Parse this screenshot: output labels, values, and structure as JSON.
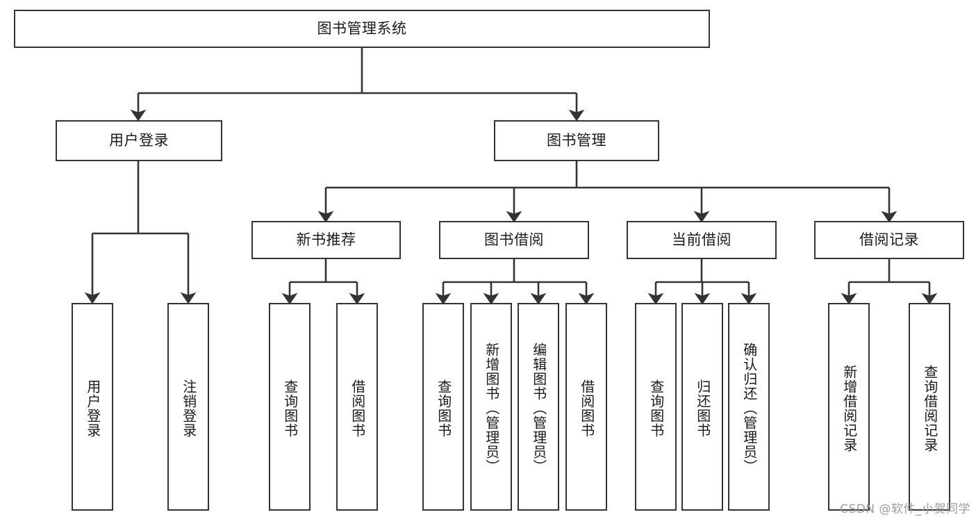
{
  "diagram": {
    "title": "图书管理系统",
    "type": "tree-hierarchy",
    "watermark": "CSDN @软件_小贺同学",
    "colors": {
      "box_border": "#333333",
      "box_fill": "#ffffff",
      "connector": "#333333",
      "text": "#1a1a1a",
      "watermark": "#9b9b9b",
      "background": "#ffffff"
    },
    "root": {
      "label": "图书管理系统",
      "orientation": "horizontal"
    },
    "level1": [
      {
        "label": "用户登录",
        "orientation": "horizontal"
      },
      {
        "label": "图书管理",
        "orientation": "horizontal"
      }
    ],
    "level2": [
      {
        "label": "新书推荐",
        "orientation": "horizontal"
      },
      {
        "label": "图书借阅",
        "orientation": "horizontal"
      },
      {
        "label": "当前借阅",
        "orientation": "horizontal"
      },
      {
        "label": "借阅记录",
        "orientation": "horizontal"
      }
    ],
    "leaves": {
      "user_login": [
        {
          "label": "用户登录",
          "orientation": "vertical"
        },
        {
          "label": "注销登录",
          "orientation": "vertical"
        }
      ],
      "new_book_recommend": [
        {
          "label": "查询图书",
          "orientation": "vertical"
        },
        {
          "label": "借阅图书",
          "orientation": "vertical"
        }
      ],
      "book_borrow": [
        {
          "label": "查询图书",
          "orientation": "vertical"
        },
        {
          "label": "新增图书（管理员）",
          "orientation": "vertical"
        },
        {
          "label": "编辑图书（管理员）",
          "orientation": "vertical"
        },
        {
          "label": "借阅图书",
          "orientation": "vertical"
        }
      ],
      "current_borrow": [
        {
          "label": "查询图书",
          "orientation": "vertical"
        },
        {
          "label": "归还图书",
          "orientation": "vertical"
        },
        {
          "label": "确认归还（管理员）",
          "orientation": "vertical"
        }
      ],
      "borrow_record": [
        {
          "label": "新增借阅记录",
          "orientation": "vertical"
        },
        {
          "label": "查询借阅记录",
          "orientation": "vertical"
        }
      ]
    }
  }
}
